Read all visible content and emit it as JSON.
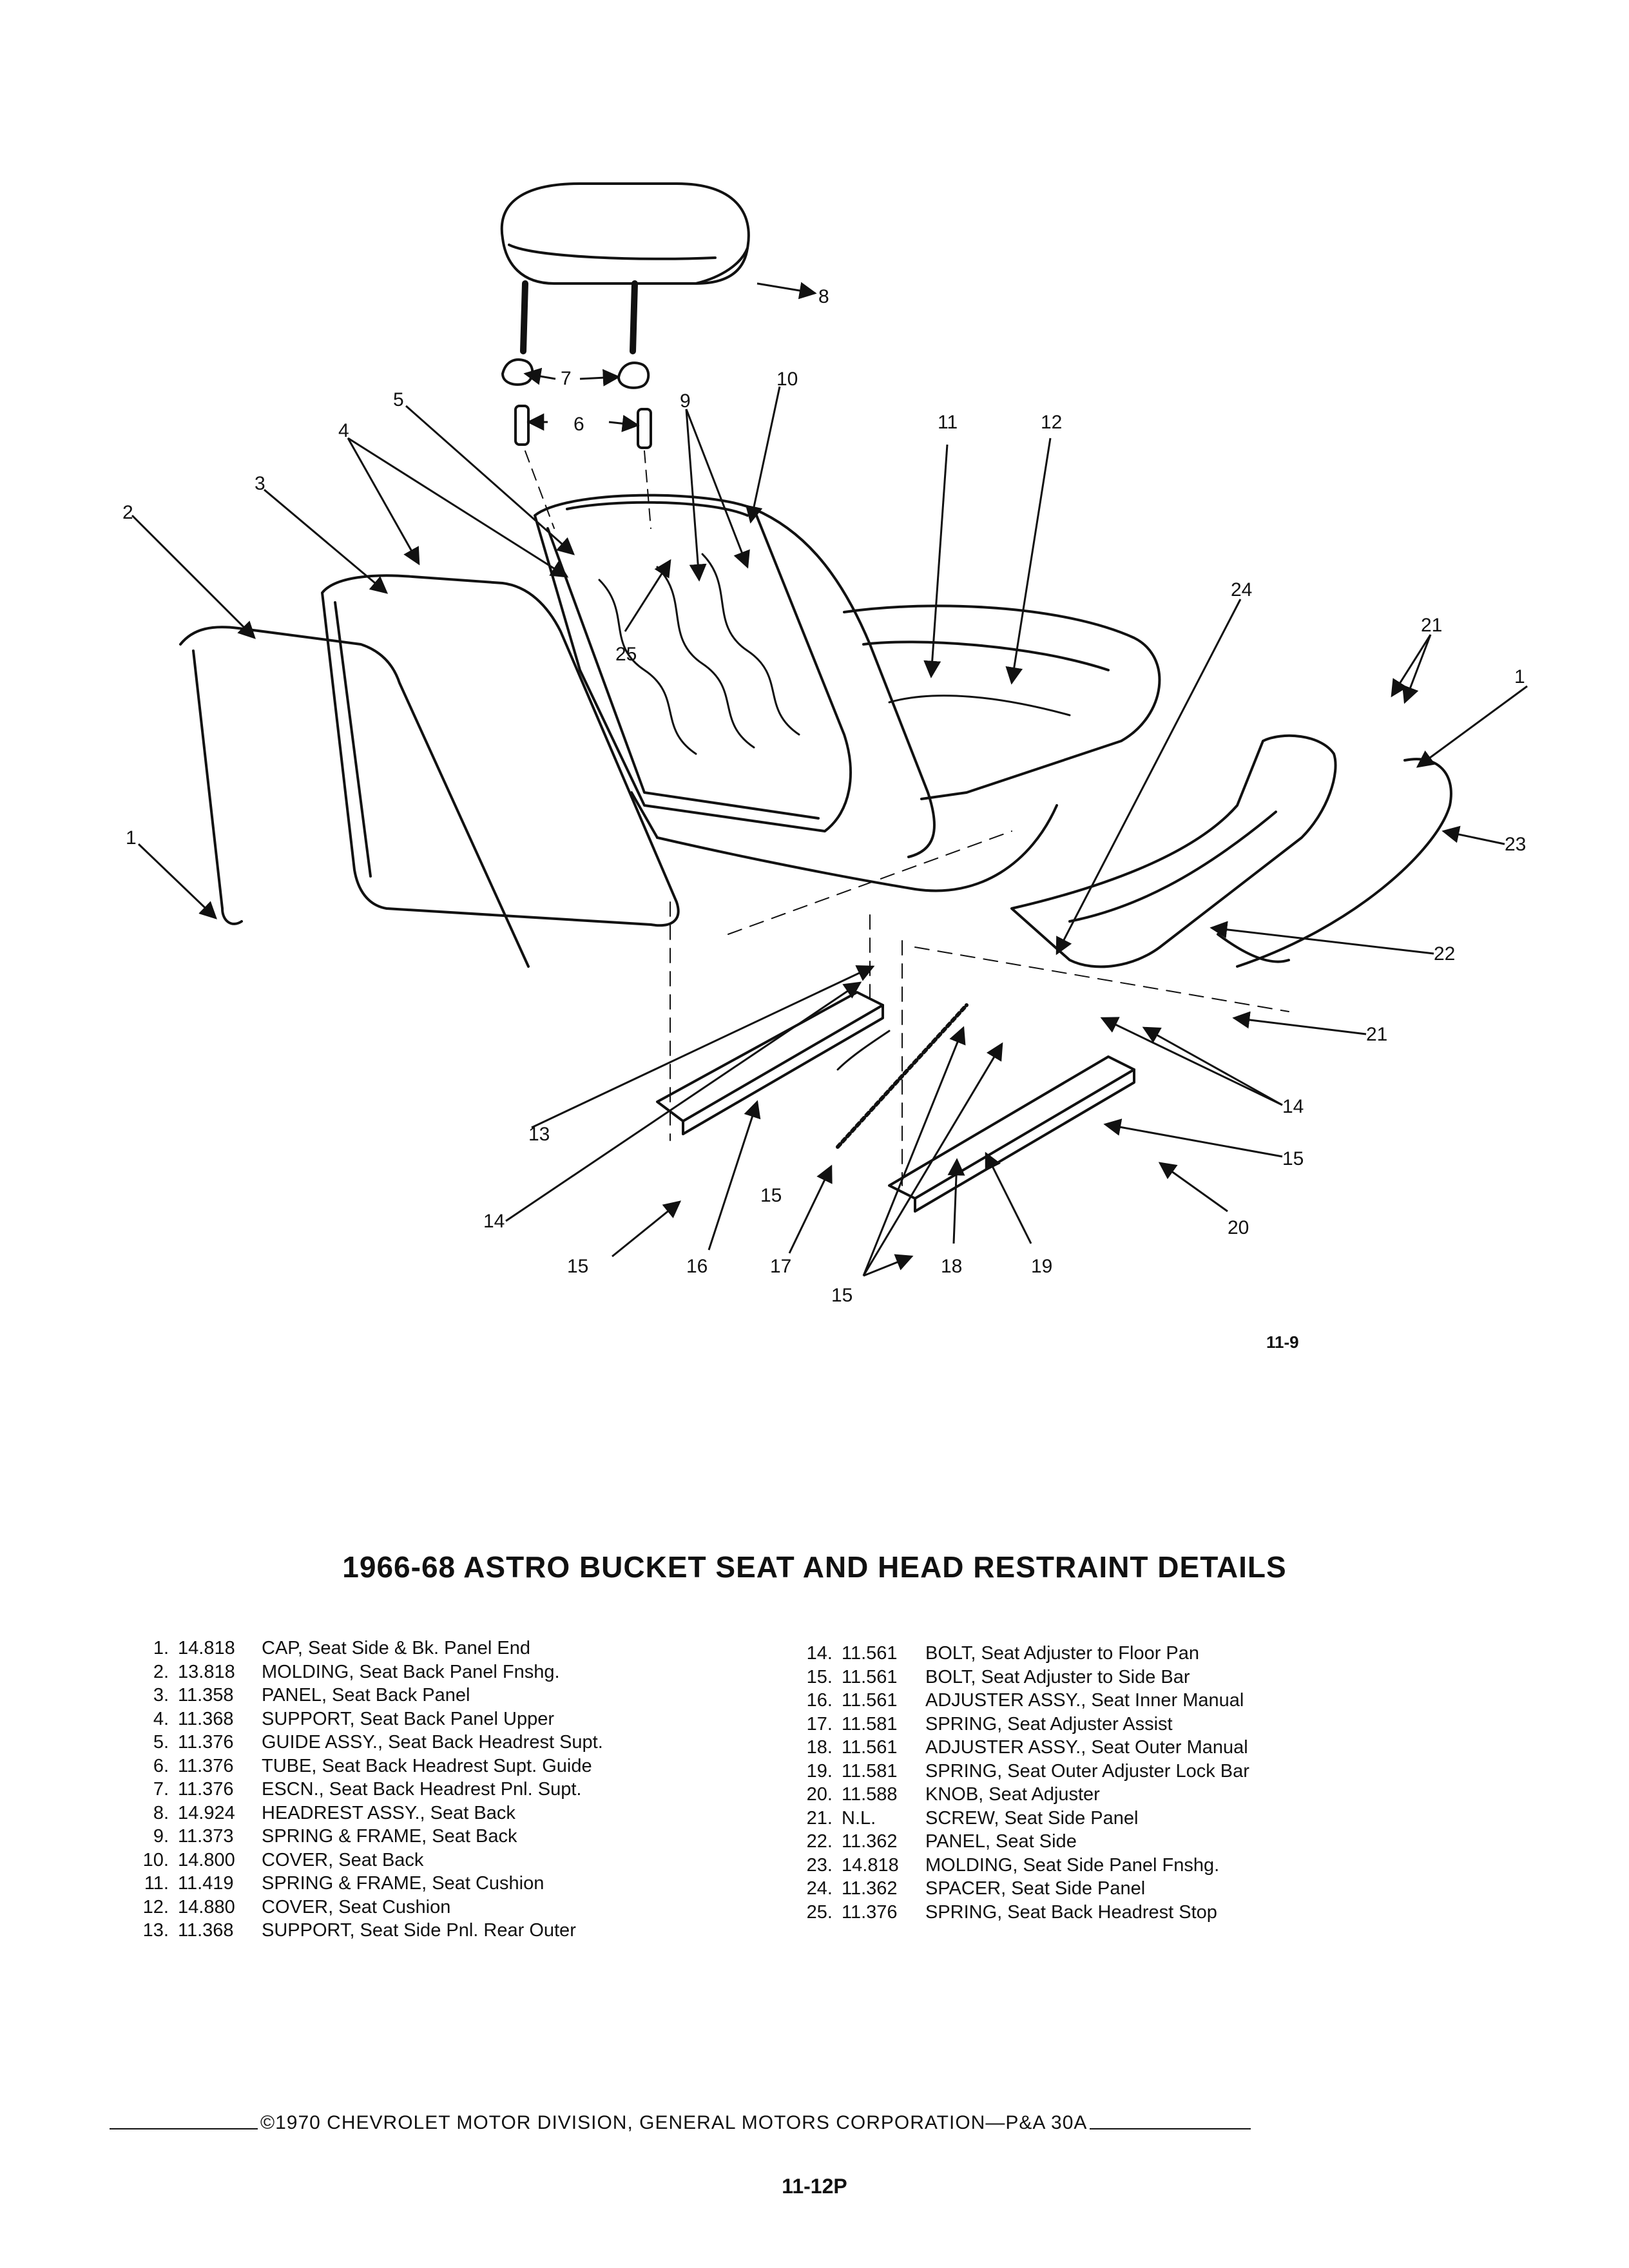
{
  "figure_code": "11-9",
  "callouts": [
    "1",
    "2",
    "3",
    "4",
    "5",
    "6",
    "7",
    "8",
    "9",
    "10",
    "11",
    "12",
    "13",
    "14",
    "15",
    "16",
    "17",
    "18",
    "19",
    "20",
    "21",
    "22",
    "23",
    "24",
    "25"
  ],
  "title": "1966-68 ASTRO BUCKET SEAT AND HEAD RESTRAINT DETAILS",
  "parts_left": [
    {
      "num": "1.",
      "part": "14.818",
      "desc": "CAP, Seat Side & Bk. Panel End"
    },
    {
      "num": "2.",
      "part": "13.818",
      "desc": "MOLDING, Seat Back Panel Fnshg."
    },
    {
      "num": "3.",
      "part": "11.358",
      "desc": "PANEL, Seat Back Panel"
    },
    {
      "num": "4.",
      "part": "11.368",
      "desc": "SUPPORT, Seat Back Panel Upper"
    },
    {
      "num": "5.",
      "part": "11.376",
      "desc": "GUIDE ASSY., Seat Back Headrest Supt."
    },
    {
      "num": "6.",
      "part": "11.376",
      "desc": "TUBE, Seat Back Headrest Supt. Guide"
    },
    {
      "num": "7.",
      "part": "11.376",
      "desc": "ESCN., Seat Back Headrest Pnl. Supt."
    },
    {
      "num": "8.",
      "part": "14.924",
      "desc": "HEADREST ASSY., Seat Back"
    },
    {
      "num": "9.",
      "part": "11.373",
      "desc": "SPRING & FRAME, Seat Back"
    },
    {
      "num": "10.",
      "part": "14.800",
      "desc": "COVER, Seat Back"
    },
    {
      "num": "11.",
      "part": "11.419",
      "desc": "SPRING & FRAME, Seat Cushion"
    },
    {
      "num": "12.",
      "part": "14.880",
      "desc": "COVER, Seat Cushion"
    },
    {
      "num": "13.",
      "part": "11.368",
      "desc": "SUPPORT, Seat Side Pnl. Rear Outer"
    }
  ],
  "parts_right": [
    {
      "num": "14.",
      "part": "11.561",
      "desc": "BOLT, Seat Adjuster to Floor Pan"
    },
    {
      "num": "15.",
      "part": "11.561",
      "desc": "BOLT, Seat Adjuster to Side Bar"
    },
    {
      "num": "16.",
      "part": "11.561",
      "desc": "ADJUSTER ASSY., Seat Inner Manual"
    },
    {
      "num": "17.",
      "part": "11.581",
      "desc": "SPRING, Seat Adjuster Assist"
    },
    {
      "num": "18.",
      "part": "11.561",
      "desc": "ADJUSTER ASSY., Seat Outer Manual"
    },
    {
      "num": "19.",
      "part": "11.581",
      "desc": "SPRING, Seat Outer Adjuster Lock Bar"
    },
    {
      "num": "20.",
      "part": "11.588",
      "desc": "KNOB, Seat Adjuster"
    },
    {
      "num": "21.",
      "part": "N.L.",
      "desc": "SCREW, Seat Side Panel"
    },
    {
      "num": "22.",
      "part": "11.362",
      "desc": "PANEL, Seat Side"
    },
    {
      "num": "23.",
      "part": "14.818",
      "desc": "MOLDING, Seat Side Panel Fnshg."
    },
    {
      "num": "24.",
      "part": "11.362",
      "desc": "SPACER, Seat Side Panel"
    },
    {
      "num": "25.",
      "part": "11.376",
      "desc": "SPRING, Seat Back Headrest Stop"
    }
  ],
  "footer": "©1970 CHEVROLET MOTOR DIVISION, GENERAL MOTORS CORPORATION—P&A 30A",
  "page_number": "11-12P"
}
